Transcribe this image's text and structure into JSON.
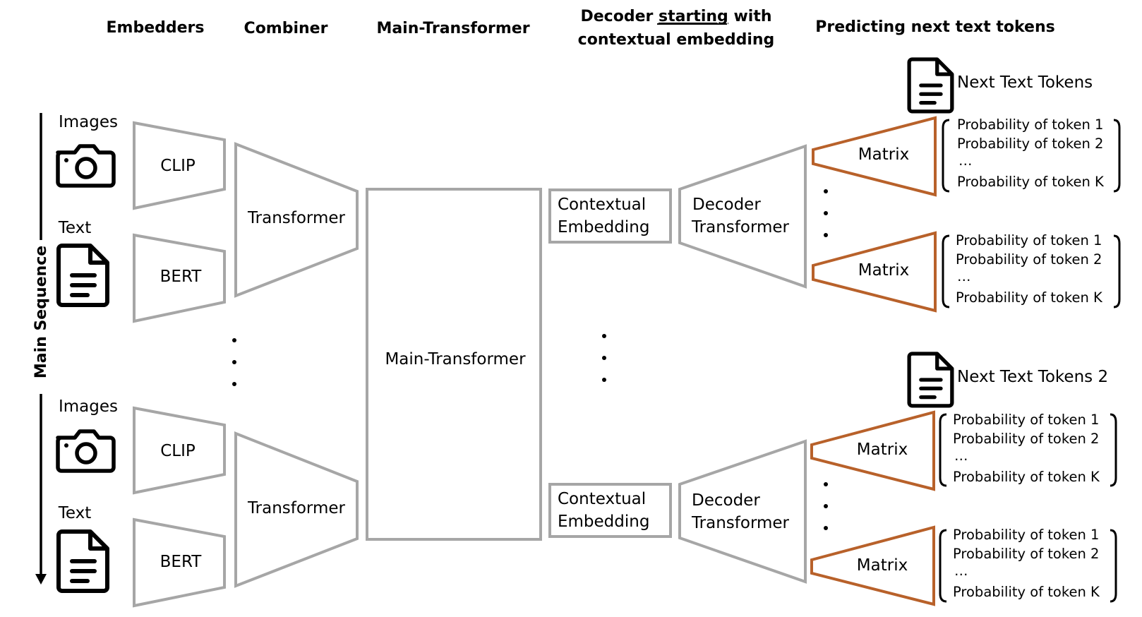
{
  "headers": {
    "embedders": "Embedders",
    "combiner": "Combiner",
    "main_transformer": "Main-Transformer",
    "decoder_line1_pre": "Decoder ",
    "decoder_line1_underlined": "starting",
    "decoder_line1_post": " with",
    "decoder_line2": "contextual embedding",
    "predicting": "Predicting next text tokens"
  },
  "axis": {
    "main_sequence": "Main Sequence"
  },
  "inputs": {
    "images": "Images",
    "text": "Text"
  },
  "embedders": {
    "clip": "CLIP",
    "bert": "BERT"
  },
  "combiner_label": "Transformer",
  "main_block_label": "Main-Transformer",
  "contextual": {
    "line1": "Contextual",
    "line2": "Embedding"
  },
  "decoder": {
    "line1": "Decoder",
    "line2": "Transformer"
  },
  "matrix_label": "Matrix",
  "outputs": {
    "next_tokens_1": "Next Text Tokens",
    "next_tokens_2": "Next Text Tokens 2"
  },
  "probabilities": [
    "Probability of token 1",
    "Probability of token 2",
    "…",
    "Probability of token K"
  ],
  "colors": {
    "block_stroke": "#a6a6a6",
    "matrix_stroke": "#b8612a",
    "ink": "#000000"
  },
  "icons": [
    "camera-icon",
    "document-icon"
  ]
}
